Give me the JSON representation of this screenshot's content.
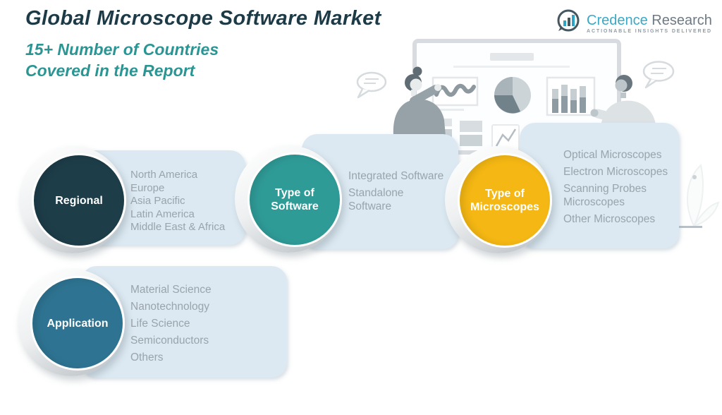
{
  "header": {
    "title": "Global Microscope Software Market",
    "subtitle": "15+ Number of Countries\nCovered in the Report"
  },
  "logo": {
    "name_primary": "Credence",
    "name_secondary": "Research",
    "tagline": "ACTIONABLE INSIGHTS DELIVERED",
    "icon": "bar-chart-bubble-icon"
  },
  "colors": {
    "title_text": "#1d3a47",
    "subtitle_text": "#2a9694",
    "panel_bg": "#dce9f2",
    "list_text": "#99a4ac",
    "regional_circle": "#1d3d49",
    "software_circle": "#2f9b97",
    "microscopes_circle": "#f4b713",
    "application_circle": "#2e7492",
    "logo_primary": "#39a9c6",
    "logo_secondary": "#6e7a83"
  },
  "categories": [
    {
      "id": "regional",
      "label": "Regional",
      "items": [
        "North America",
        "Europe",
        "Asia Pacific",
        "Latin America",
        "Middle East & Africa"
      ]
    },
    {
      "id": "type-of-software",
      "label": "Type of\nSoftware",
      "items": [
        "Integrated Software",
        "Standalone\nSoftware"
      ]
    },
    {
      "id": "type-of-microscopes",
      "label": "Type of\nMicroscopes",
      "items": [
        "Optical Microscopes",
        "Electron Microscopes",
        "Scanning Probes\nMicroscopes",
        "Other Microscopes"
      ]
    },
    {
      "id": "application",
      "label": "Application",
      "items": [
        "Material Science",
        "Nanotechnology",
        "Life Science",
        "Semiconductors",
        "Others"
      ]
    }
  ],
  "illustration": {
    "icons": [
      "speech-bubble-icon",
      "whiteboard-icon",
      "line-chart-icon",
      "pie-chart-icon",
      "bar-chart-icon",
      "sketch-chart-icon",
      "presenter-left-figure",
      "presenter-right-figure",
      "plant-icon"
    ]
  }
}
